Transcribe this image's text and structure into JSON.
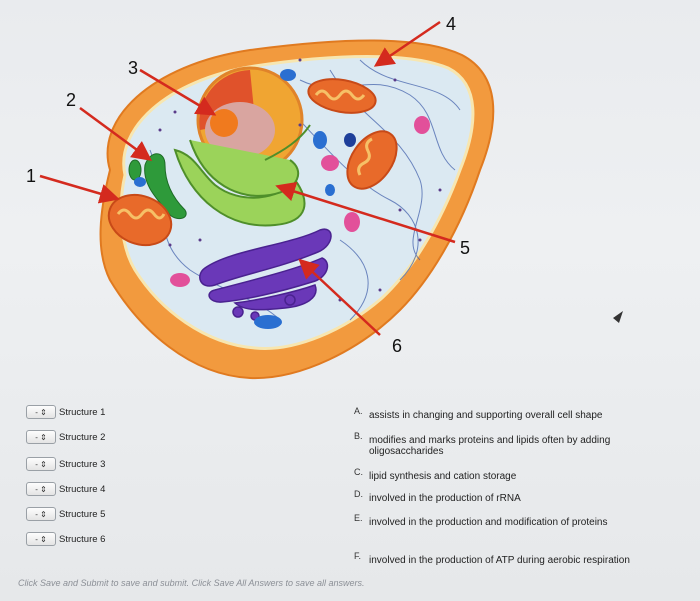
{
  "figure": {
    "callouts": [
      "1",
      "2",
      "3",
      "4",
      "5",
      "6"
    ]
  },
  "structures": [
    {
      "select_value": "-",
      "label": "Structure 1"
    },
    {
      "select_value": "-",
      "label": "Structure 2"
    },
    {
      "select_value": "-",
      "label": "Structure 3"
    },
    {
      "select_value": "-",
      "label": "Structure 4"
    },
    {
      "select_value": "-",
      "label": "Structure 5"
    },
    {
      "select_value": "-",
      "label": "Structure 6"
    }
  ],
  "answers": [
    {
      "letter": "A.",
      "text": "assists in changing and supporting overall cell shape"
    },
    {
      "letter": "B.",
      "text": "modifies and marks proteins and lipids often by adding oligosaccharides"
    },
    {
      "letter": "C.",
      "text": "lipid synthesis and cation storage"
    },
    {
      "letter": "D.",
      "text": "involved in the production of rRNA"
    },
    {
      "letter": "E.",
      "text": "involved in the production and modification of proteins"
    },
    {
      "letter": "F.",
      "text": "involved in the production of ATP during aerobic respiration"
    }
  ],
  "footer": {
    "note": "Click Save and Submit to save and submit. Click Save All Answers to save all answers."
  },
  "colors": {
    "membrane": "#f29a3e",
    "cytoplasm": "#dbe9f2",
    "nucleus": "#e0522b",
    "rough_er": "#7bbf4a",
    "golgi": "#6a38b8",
    "mitochondria": "#e86a2a",
    "arrow": "#d42a1e"
  }
}
